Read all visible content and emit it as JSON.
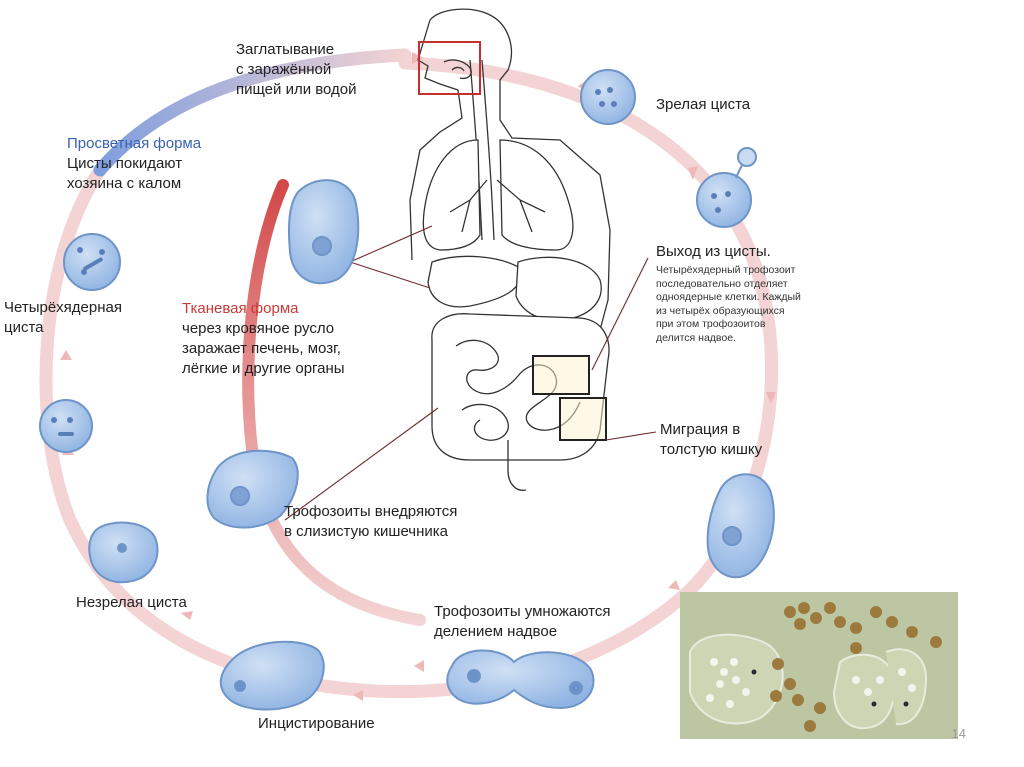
{
  "labels": {
    "ingestion": [
      "Заглатывание",
      "с заражённой",
      "пищей или водой"
    ],
    "mature_cyst": "Зрелая циста",
    "lumen_form_title": "Просветная форма",
    "lumen_form_text": [
      "Цисты покидают",
      "хозяина с калом"
    ],
    "four_nucleus_cyst": [
      "Четырёхядерная",
      "циста"
    ],
    "tissue_form_title": "Тканевая форма",
    "tissue_form_text": [
      "через кровяное русло",
      "заражает печень, мозг,",
      "лёгкие и другие органы"
    ],
    "excystation_title": "Выход из цисты.",
    "excystation_text": [
      "Четырёхядерный трофозоит",
      "последовательно отделяет",
      "одноядерные клетки. Каждый",
      "из четырёх образующихся",
      "при этом трофозоитов",
      "делится надвое."
    ],
    "migration": [
      "Миграция в",
      "толстую кишку"
    ],
    "invade": [
      "Трофозоиты внедряются",
      "в слизистую кишечника"
    ],
    "immature_cyst": "Незрелая циста",
    "multiply": [
      "Трофозоиты умножаются",
      "делением надвое"
    ],
    "encystation": "Инцистирование"
  },
  "page_number": "14",
  "colors": {
    "cycle_arrow": "#f3d3d3",
    "tissue_arrow": "#d24848",
    "lumen_arrow": "#7f9ede",
    "cell_fill": "#9fc0e8",
    "cell_stroke": "#6e94c8",
    "label_blue": "#3a63b3",
    "label_red": "#c93a3a"
  }
}
